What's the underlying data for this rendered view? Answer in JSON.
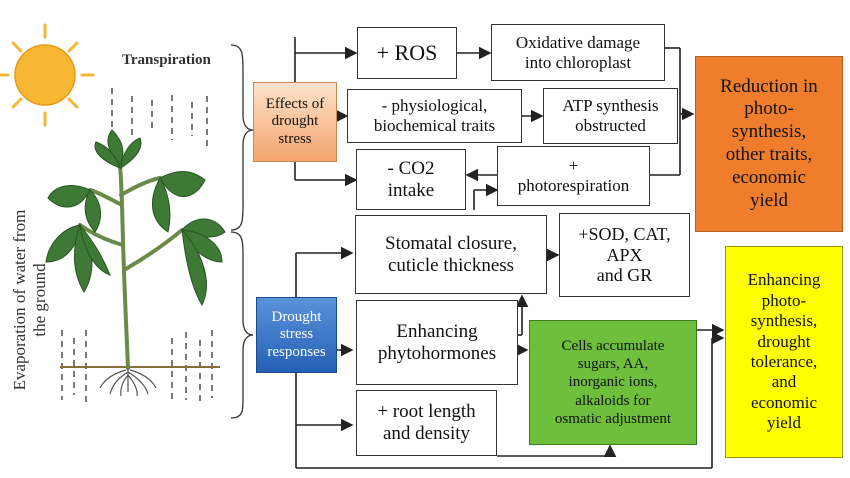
{
  "colors": {
    "effects_fill_top": "#fde3cc",
    "effects_fill_bottom": "#f3a46b",
    "responses_fill_top": "#5b92db",
    "responses_fill_bottom": "#2460b4",
    "reduction_fill": "#ef7d2c",
    "enhancing_fill": "#ffff00",
    "cells_fill": "#6dbf3c",
    "sun": "#f7b733",
    "leaf": "#3e7a36"
  },
  "illustration": {
    "transpiration_label": "Transpiration",
    "evaporation_label": "Evaporation of water from\nthe ground"
  },
  "effects": {
    "label": "Effects of\ndrought\nstress",
    "ros": "+ ROS",
    "oxidative": "Oxidative damage\ninto chloroplast",
    "physio": "- physiological,\nbiochemical traits",
    "atp": "ATP synthesis\nobstructed",
    "co2": "- CO2\nintake",
    "photorespiration": "+\nphotorespiration",
    "reduction": "Reduction in\nphoto-\nsynthesis,\nother traits,\neconomic\nyield"
  },
  "responses": {
    "label": "Drought\nstress\nresponses",
    "stomatal": "Stomatal closure,\ncuticle thickness",
    "enzymes": "+SOD, CAT,\nAPX\nand GR",
    "phytohormones": "Enhancing\nphytohormones",
    "cells": "Cells accumulate\nsugars, AA,\ninorganic ions,\nalkaloids for\nosmatic adjustment",
    "root": "+ root length\nand density",
    "enhancing": "Enhancing\nphoto-\nsynthesis,\ndrought\ntolerance,\nand\neconomic\nyield"
  }
}
